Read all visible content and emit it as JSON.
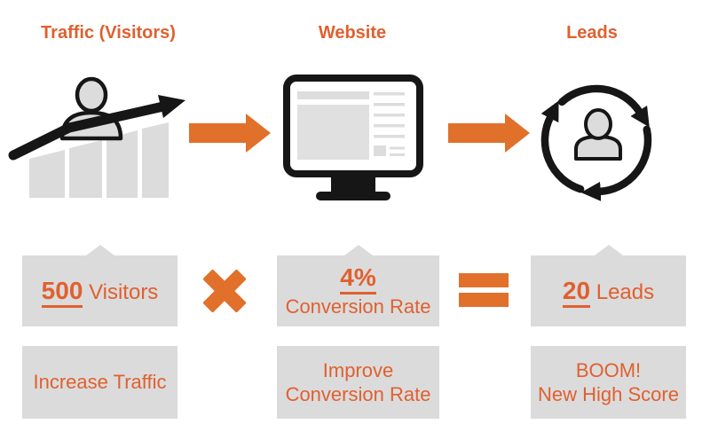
{
  "diagram": {
    "columns": [
      {
        "title": "Traffic (Visitors)",
        "icon": "bar-chart-growth-person-icon",
        "metric": {
          "value": "500",
          "label": "Visitors"
        },
        "action_lines": [
          "Increase Traffic"
        ]
      },
      {
        "title": "Website",
        "icon": "desktop-monitor-webpage-icon",
        "metric": {
          "value": "4%",
          "label": "Conversion Rate"
        },
        "action_lines": [
          "Improve",
          "Conversion Rate"
        ]
      },
      {
        "title": "Leads",
        "icon": "person-cycle-arrows-icon",
        "metric": {
          "value": "20",
          "label": "Leads"
        },
        "action_lines": [
          "BOOM!",
          "New High Score"
        ]
      }
    ],
    "operators": {
      "multiply": "×",
      "equals": "="
    },
    "flow_arrows": [
      "traffic-to-website",
      "website-to-leads"
    ],
    "colors": {
      "orange_text": "#E0602F",
      "orange_shape": "#E0702A",
      "box_gray": "#DBDBDB",
      "icon_gray": "#DCDCDC",
      "black": "#161616"
    }
  }
}
